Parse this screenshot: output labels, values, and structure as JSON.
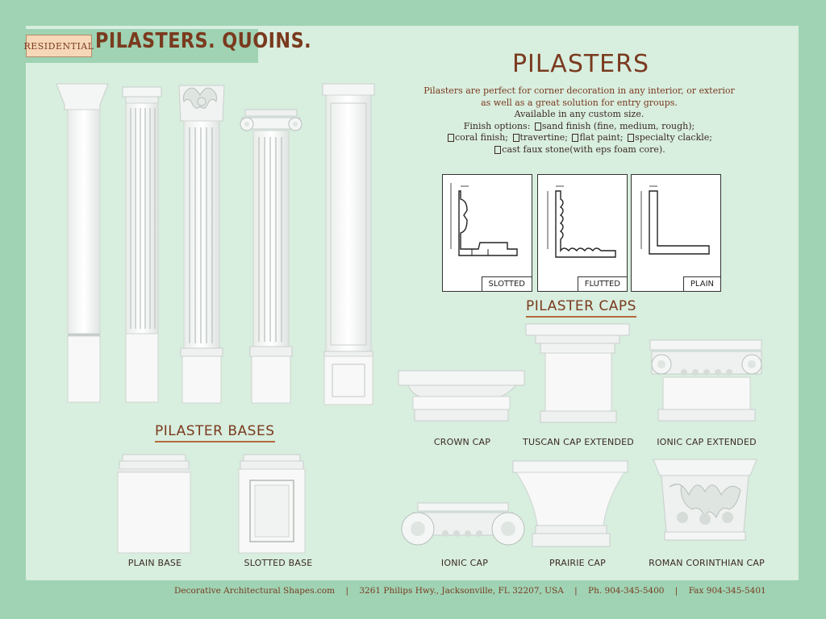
{
  "header": {
    "badge": "RESIDENTIAL",
    "title": "PILASTERS. QUOINS."
  },
  "intro": {
    "title": "PILASTERS",
    "lines": [
      "Pilasters are perfect for corner decoration in any interior, or exterior",
      "as well as a great solution for entry groups.",
      "Available in any custom size."
    ],
    "finish_label": "Finish options:",
    "finish_options": [
      "sand finish (fine, medium, rough);",
      "coral finish;",
      "travertine;",
      "flat paint;",
      "specialty clackle;",
      "cast faux stone(with eps foam core)."
    ]
  },
  "profiles": [
    "SLOTTED",
    "FLUTTED",
    "PLAIN"
  ],
  "sections": {
    "caps": "PILASTER CAPS",
    "bases": "PILASTER BASES"
  },
  "caps": [
    "CROWN CAP",
    "TUSCAN CAP EXTENDED",
    "IONIC CAP EXTENDED",
    "IONIC CAP",
    "PRAIRIE CAP",
    "ROMAN CORINTHIAN CAP"
  ],
  "bases": [
    "PLAIN BASE",
    "SLOTTED BASE"
  ],
  "footer": {
    "website": "Decorative Architectural Shapes.com",
    "address": "3261 Philips Hwy., Jacksonville, FL 32207, USA",
    "phone": "Ph. 904-345-5400",
    "fax": "Fax 904-345-5401"
  }
}
